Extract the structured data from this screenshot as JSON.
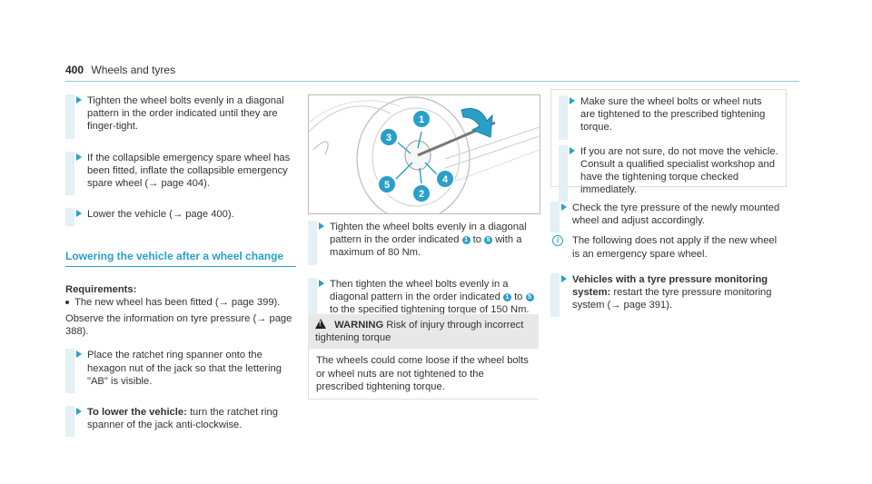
{
  "header": {
    "page_number": "400",
    "title": "Wheels and tyres"
  },
  "col1": {
    "steps": [
      "Tighten the wheel bolts evenly in a diagonal pattern in the order indicated until they are finger-tight.",
      "If the collapsible emergency spare wheel has been fitted, inflate the collapsible emergency spare wheel (→ page 404).",
      "Lower the vehicle (→ page 400)."
    ],
    "section_title": "Lowering the vehicle after a wheel change",
    "req_label": "Requirements:",
    "req_item": "The new wheel has been fitted (→ page 399).",
    "observe": "Observe the information on tyre pressure (→ page 388).",
    "step4": "Place the ratchet ring spanner onto the hexagon nut of the jack so that the lettering \"AB\" is visible.",
    "step5_bold": "To lower the vehicle:",
    "step5_rest": "turn the ratchet ring spanner of the jack anti-clockwise."
  },
  "figure": {
    "callouts": [
      "1",
      "2",
      "3",
      "4",
      "5"
    ]
  },
  "col2": {
    "step1_pre": "Tighten the wheel bolts evenly in a diagonal pattern in the order indicated",
    "step1_to": "to",
    "step1_post": "with a maximum of 80 Nm.",
    "step2_pre": "Then tighten the wheel bolts evenly in a diagonal pattern in the order indicated",
    "step2_to": "to",
    "step2_post": "to the specified tightening torque of 150 Nm.",
    "warning_label": "WARNING",
    "warning_title": "Risk of injury through incorrect tightening torque",
    "warning_body": "The wheels could come loose if the wheel bolts or wheel nuts are not tightened to the prescribed tightening torque."
  },
  "col3": {
    "box_steps": [
      "Make sure the wheel bolts or wheel nuts are tightened to the prescribed tightening torque.",
      "If you are not sure, do not move the vehicle. Consult a qualified specialist workshop and have the tightening torque checked immediately."
    ],
    "step_check": "Check the tyre pressure of the newly mounted wheel and adjust accordingly.",
    "note": "The following does not apply if the new wheel is an emergency spare wheel.",
    "step_tpms_bold": "Vehicles with a tyre pressure monitoring system:",
    "step_tpms_rest": "restart the tyre pressure monitoring system (→ page 391)."
  },
  "colors": {
    "accent": "#2a9fc8",
    "bar": "#e3f0f5"
  }
}
